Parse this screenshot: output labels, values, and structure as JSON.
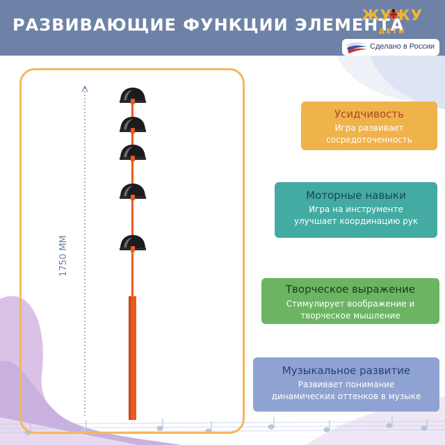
{
  "header": {
    "title": "РАЗВИВАЮЩИЕ ФУНКЦИИ ЭЛЕМЕНТА",
    "background_color": "#6e82a7"
  },
  "logo": {
    "brand": "ЖУЖУ",
    "sub": "ДЕТИ",
    "icon": "ladybug-icon"
  },
  "badge": {
    "text": "Сделано в России",
    "icon": "russia-flag-icon"
  },
  "product": {
    "height_label": "1750 ММ",
    "bell_count": 5,
    "pole_color": "#e85a1f",
    "frame_color": "#f2b85a"
  },
  "features": [
    {
      "title": "Усидчивость",
      "description": [
        "Игра развивает",
        "сосредоточенность"
      ],
      "color": "#f0b24a"
    },
    {
      "title": "Моторные навыки",
      "description": [
        "Игра на инструменте",
        "улучшает координацию рук"
      ],
      "color": "#43aba2"
    },
    {
      "title": "Творческое выражение",
      "description": [
        "Стимулирует воображение и",
        "творческое мышление"
      ],
      "color": "#6bb562"
    },
    {
      "title": "Музыкальное развитие",
      "description": [
        "Развивает понимание",
        "динамических оттенков в музыке"
      ],
      "color": "#8ea3d2"
    }
  ]
}
